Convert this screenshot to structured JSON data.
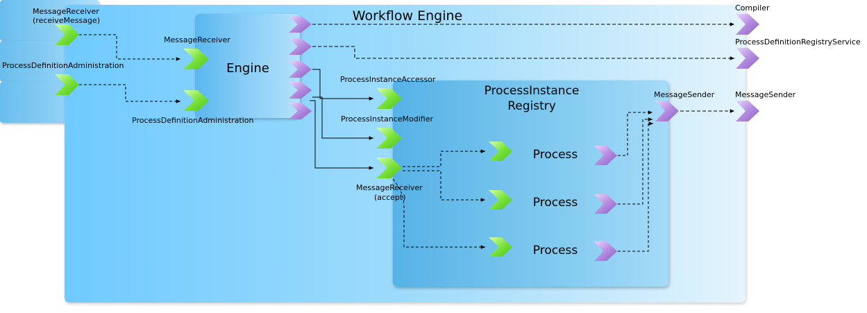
{
  "workflow_engine": {
    "title": "Workflow Engine"
  },
  "engine": {
    "title": "Engine"
  },
  "registry": {
    "title_line1": "ProcessInstance",
    "title_line2": "Registry"
  },
  "processes": [
    {
      "title": "Process"
    },
    {
      "title": "Process"
    },
    {
      "title": "Process"
    }
  ],
  "ports": {
    "external_message_receiver": {
      "line1": "MessageReceiver",
      "line2": "(receiveMessage)"
    },
    "external_process_definition_admin": "ProcessDefinitionAdministration",
    "engine_message_receiver": "MessageReceiver",
    "engine_process_definition_admin": "ProcessDefinitionAdministration",
    "process_instance_accessor": "ProcessInstanceAccessor",
    "process_instance_modifier": "ProcessInstanceModifier",
    "registry_message_receiver": {
      "line1": "MessageReceiver",
      "line2": "(accept)"
    },
    "registry_message_sender": "MessageSender",
    "compiler": "Compiler",
    "process_definition_registry_service": "ProcessDefinitionRegistryService",
    "external_message_sender": "MessageSender"
  },
  "colors": {
    "provided_port": "#7be33a",
    "required_port": "#a874d6",
    "workflow_box": "#a3ddfb",
    "registry_box": "#7ec8ef",
    "connector": "#000000"
  }
}
